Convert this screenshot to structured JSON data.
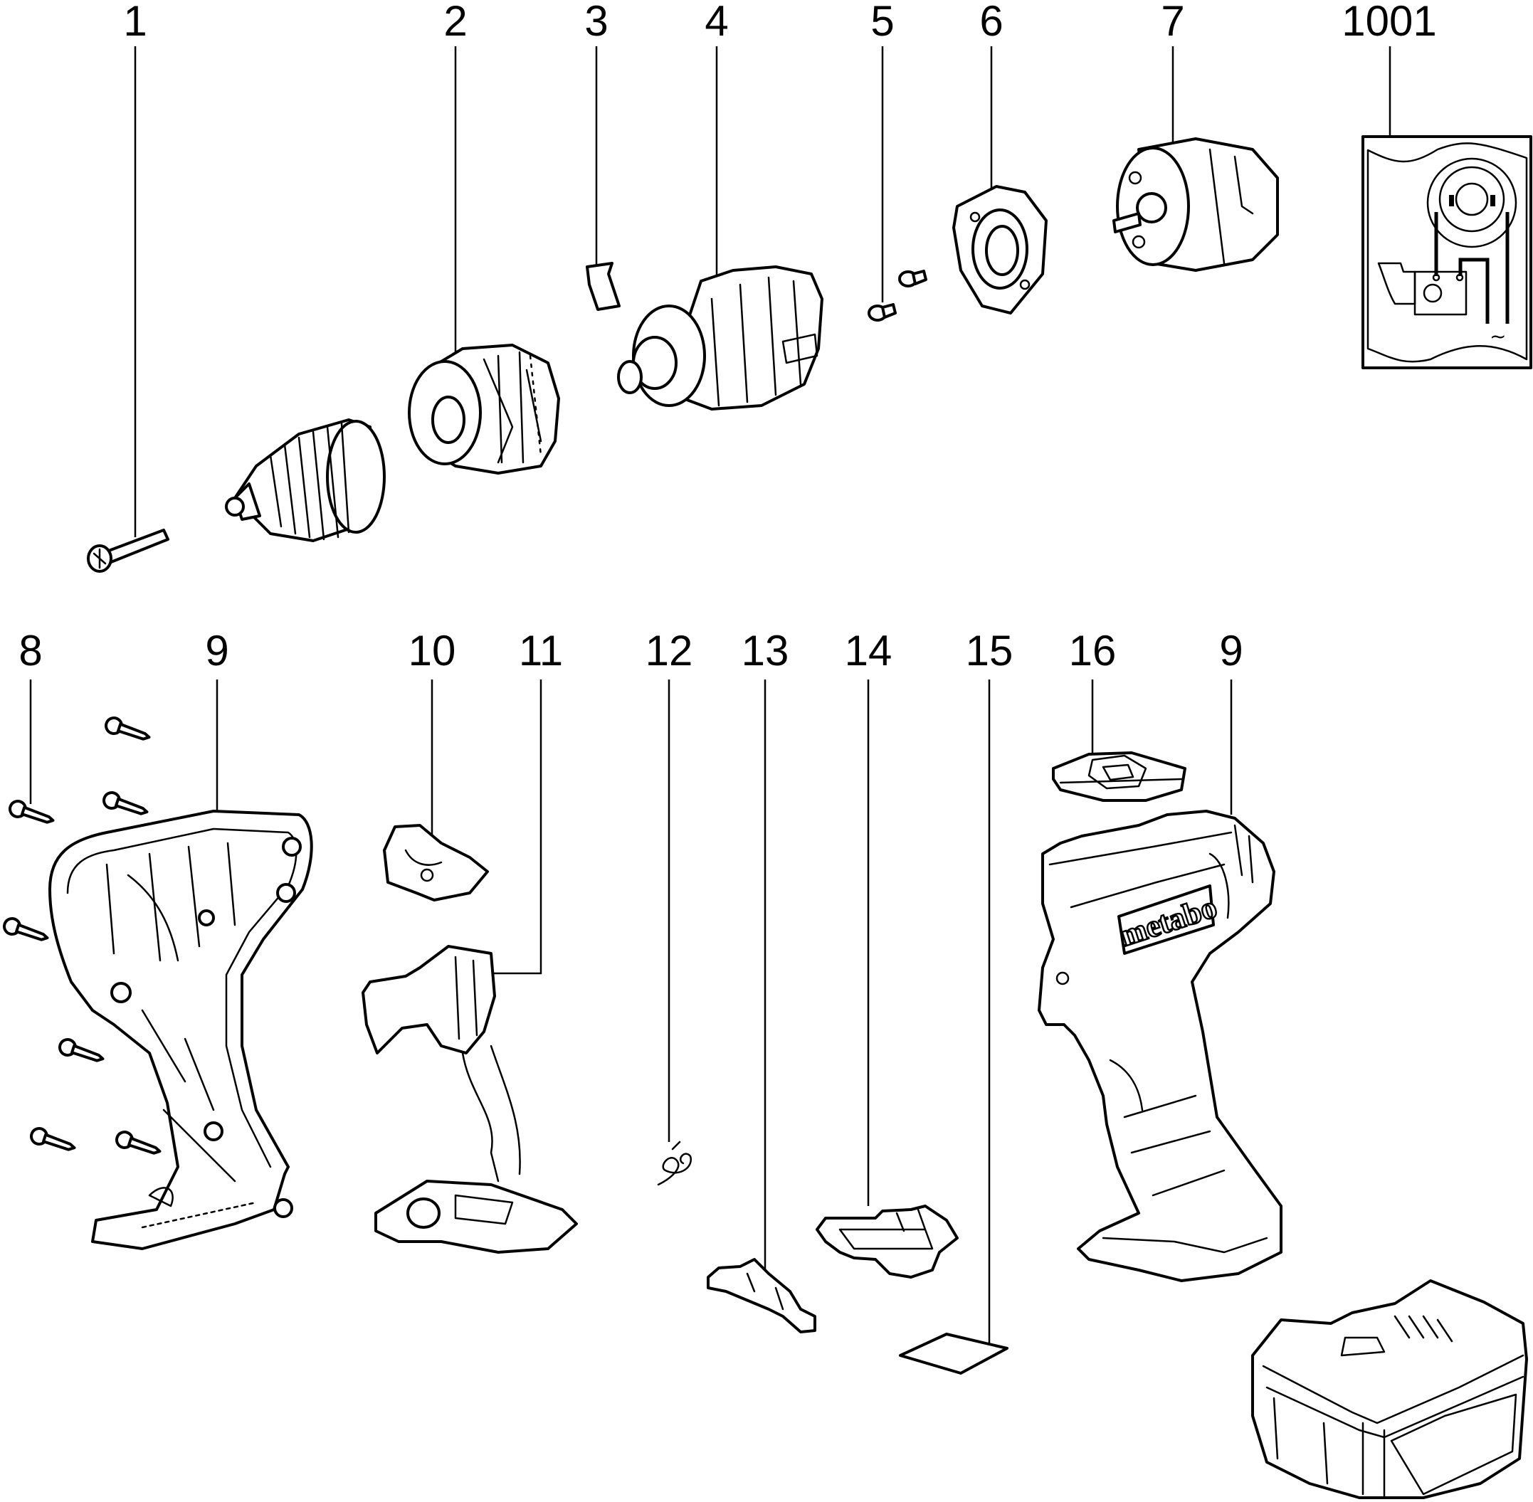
{
  "diagram": {
    "type": "exploded-parts-drawing",
    "brand_logo_text": "metabo",
    "inset_symbol": "~",
    "callouts": [
      {
        "id": "c1",
        "label": "1",
        "part": "drill bit / screw pin"
      },
      {
        "id": "c2",
        "label": "2",
        "part": "gear ring"
      },
      {
        "id": "c3",
        "label": "3",
        "part": "spring clip"
      },
      {
        "id": "c4",
        "label": "4",
        "part": "gearbox"
      },
      {
        "id": "c5",
        "label": "5",
        "part": "screws"
      },
      {
        "id": "c6",
        "label": "6",
        "part": "motor flange"
      },
      {
        "id": "c7",
        "label": "7",
        "part": "motor"
      },
      {
        "id": "c1001",
        "label": "1001",
        "part": "wiring diagram inset"
      },
      {
        "id": "c8",
        "label": "8",
        "part": "housing screws"
      },
      {
        "id": "c9a",
        "label": "9",
        "part": "housing half left"
      },
      {
        "id": "c10",
        "label": "10",
        "part": "direction switch"
      },
      {
        "id": "c11",
        "label": "11",
        "part": "trigger switch assembly"
      },
      {
        "id": "c12",
        "label": "12",
        "part": "spring"
      },
      {
        "id": "c13",
        "label": "13",
        "part": "latch"
      },
      {
        "id": "c14",
        "label": "14",
        "part": "battery contact plate"
      },
      {
        "id": "c15",
        "label": "15",
        "part": "label"
      },
      {
        "id": "c16",
        "label": "16",
        "part": "top cover"
      },
      {
        "id": "c9b",
        "label": "9",
        "part": "housing half right"
      }
    ]
  }
}
